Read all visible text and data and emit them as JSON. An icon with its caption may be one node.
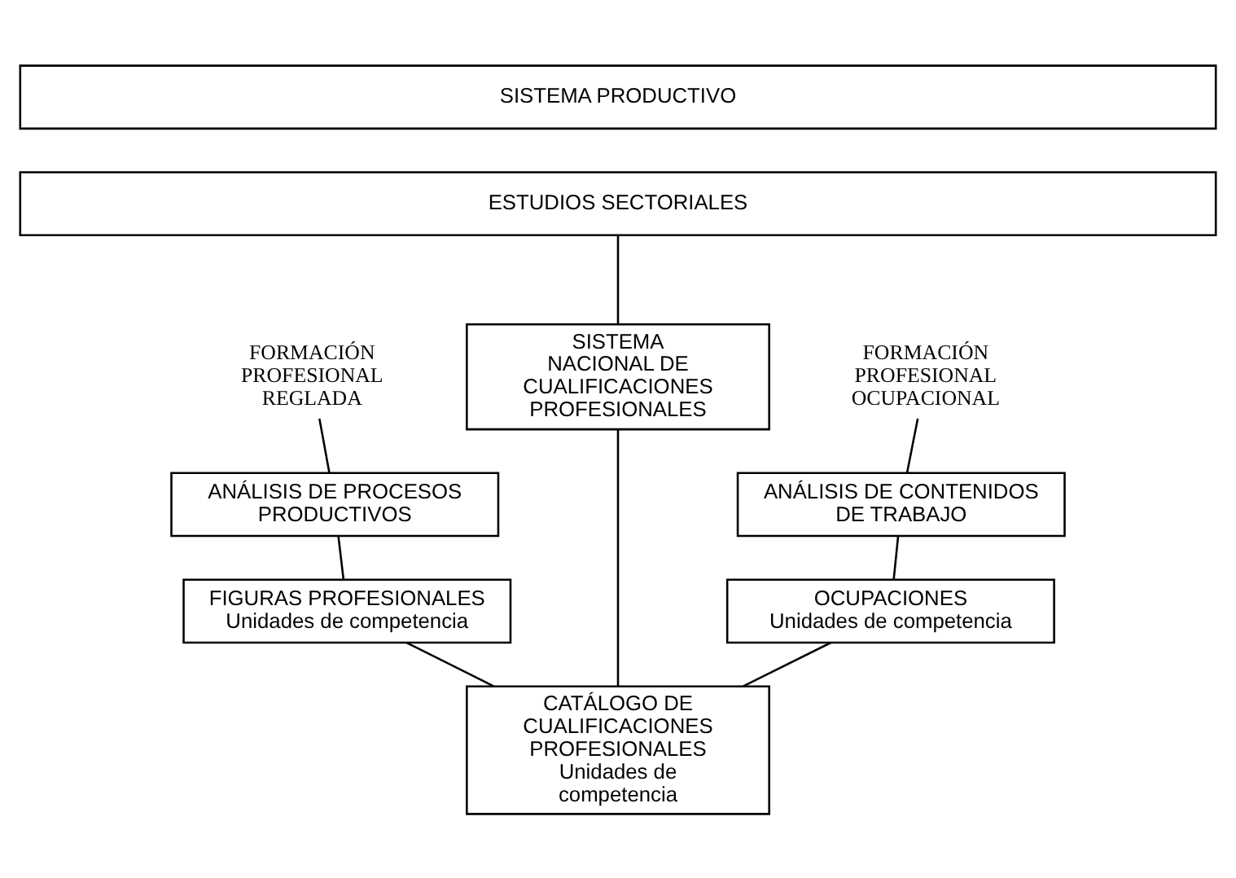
{
  "diagram": {
    "nodes": [
      {
        "text": [
          "SISTEMA PRODUCTIVO"
        ]
      },
      {
        "text": [
          "ESTUDIOS SECTORIALES"
        ]
      },
      {
        "text": [
          "FORMACIÓN PROFESIONAL REGLADA"
        ]
      },
      {
        "text": [
          "FORMACIÓN PROFESIONAL OCUPACIONAL"
        ]
      },
      {
        "text": [
          "ANÁLISIS DE PROCESOS PRODUCTIVOS"
        ]
      },
      {
        "text": [
          "ANÁLISIS DE CONTENIDOS DE TRABAJO"
        ]
      },
      {
        "text": [
          "SISTEMA NACIONAL DE CUALIFICACIONES PROFESIONALES"
        ]
      },
      {
        "text": [
          "FIGURAS PROFESIONALES",
          "Unidades de competencia"
        ]
      },
      {
        "text": [
          "OCUPACIONES",
          "Unidades de competencia"
        ]
      },
      {
        "text": [
          "CATÁLOGO DE CUALIFICACIONES PROFESIONALES",
          "Unidades de competencia"
        ]
      }
    ],
    "edges": [
      {
        "from": 1,
        "to": 6,
        "arrow": "none"
      },
      {
        "from": 2,
        "to": 4,
        "arrow": "none"
      },
      {
        "from": 3,
        "to": 5,
        "arrow": "none"
      },
      {
        "from": 4,
        "to": 7,
        "arrow": "none"
      },
      {
        "from": 5,
        "to": 8,
        "arrow": "none"
      },
      {
        "from": 7,
        "to": 9,
        "arrow": "none"
      },
      {
        "from": 6,
        "to": 9,
        "arrow": "none"
      },
      {
        "from": 8,
        "to": 9,
        "arrow": "none"
      }
    ]
  }
}
